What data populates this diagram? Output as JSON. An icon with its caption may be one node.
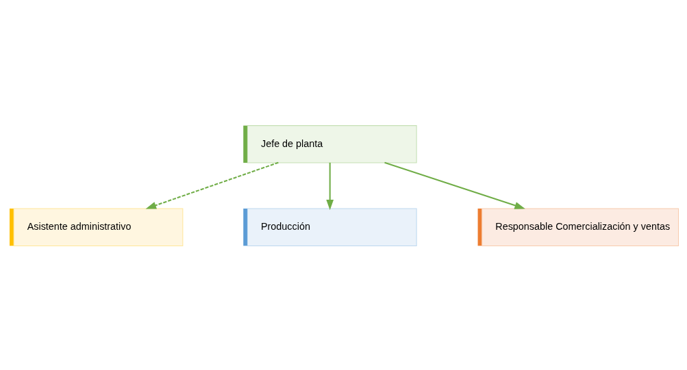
{
  "diagram": {
    "nodes": [
      {
        "text": [
          "Jefe de planta"
        ]
      },
      {
        "text": [
          "Asistente administrativo"
        ]
      },
      {
        "text": [
          "Producción"
        ]
      },
      {
        "text": [
          "Responsable Comercialización y ventas"
        ]
      }
    ],
    "edges": [
      {
        "from": 0,
        "to": 1,
        "arrow": "to",
        "style": "dashed"
      },
      {
        "from": 0,
        "to": 2,
        "arrow": "to"
      },
      {
        "from": 0,
        "to": 3,
        "arrow": "to"
      }
    ]
  }
}
